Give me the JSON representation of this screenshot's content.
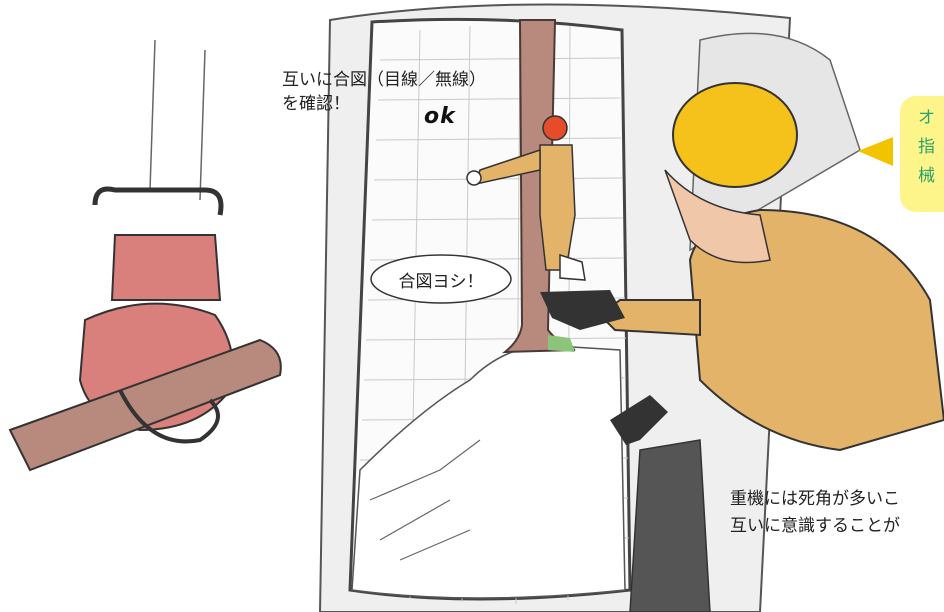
{
  "captions": {
    "top": "互いに合図（目線／無線）\nを確認！",
    "bottom": "重機には死角が多いこ\n互いに意識することが"
  },
  "speech_bubble": "合図ヨシ！",
  "ok_mark": "ok",
  "note": "オ\n指\n械",
  "colors": {
    "note_bg": "#fdf48a",
    "note_text": "#2aa36b",
    "arrow": "#f2c400",
    "helmet": "#f4c21a",
    "jacket": "#e3b36a",
    "grapple": "#d9807c",
    "trunk": "#b88a7e"
  }
}
